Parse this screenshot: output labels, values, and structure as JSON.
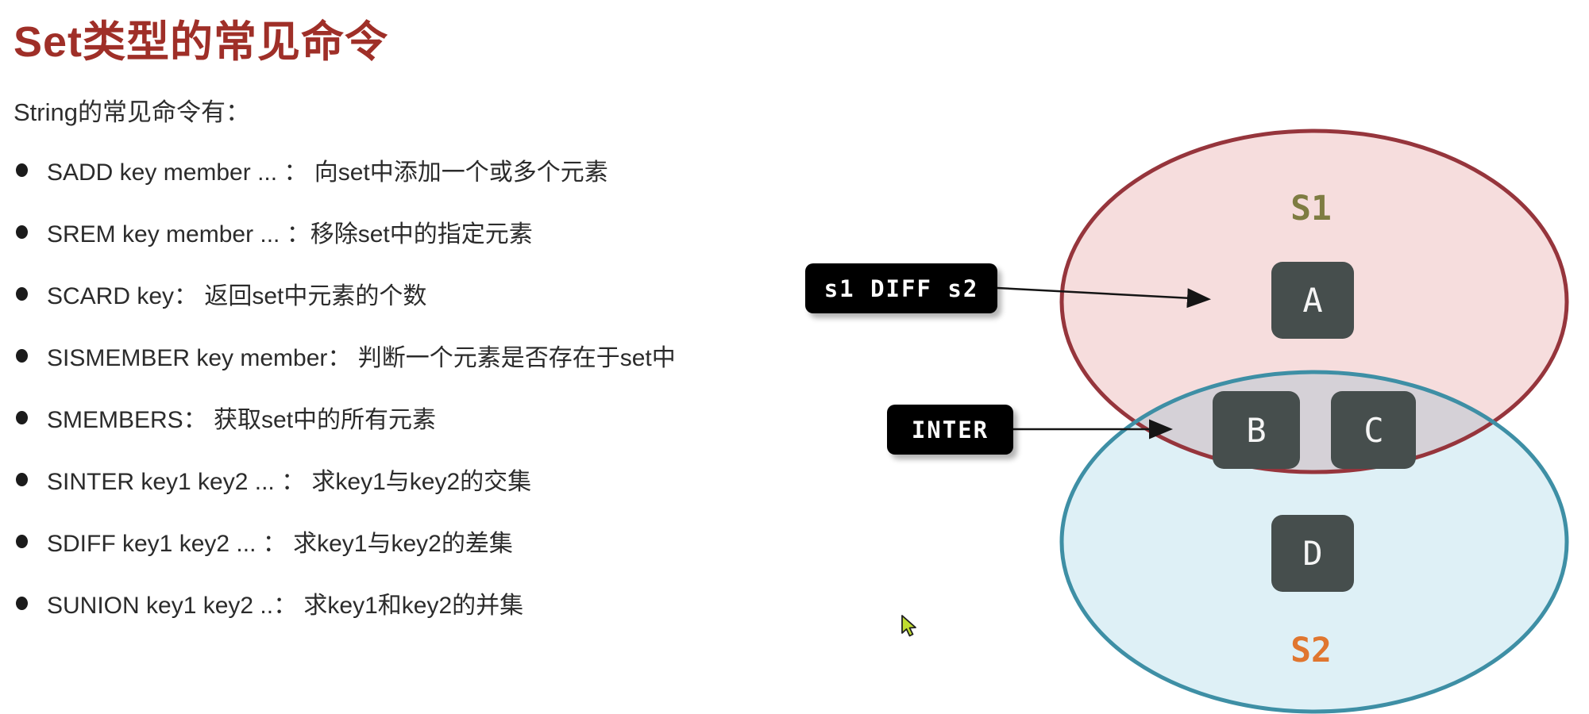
{
  "title": "Set类型的常见命令",
  "subtitle": "String的常见命令有：",
  "commands": [
    "SADD key member ... ： 向set中添加一个或多个元素",
    "SREM key member ... ：移除set中的指定元素",
    "SCARD key： 返回set中元素的个数",
    "SISMEMBER key member： 判断一个元素是否存在于set中",
    "SMEMBERS： 获取set中的所有元素",
    "SINTER key1 key2 ... ： 求key1与key2的交集",
    "SDIFF key1 key2 ... ： 求key1与key2的差集",
    "SUNION key1 key2 ..： 求key1和key2的并集"
  ],
  "diagram": {
    "set1_label": "S1",
    "set2_label": "S2",
    "elements": {
      "a": "A",
      "b": "B",
      "c": "C",
      "d": "D"
    },
    "callouts": {
      "diff": "s1 DIFF s2",
      "inter": "INTER"
    },
    "colors": {
      "title_red": "#9f2f28",
      "set1_fill": "#f6dddd",
      "set1_stroke": "#96353c",
      "set1_label": "#7e7c42",
      "set2_fill": "#def0f6",
      "set2_stroke": "#3e8fa5",
      "set2_label": "#e0762f",
      "intersection_fill": "#d5d1d7",
      "element_box_fill": "#464e4d",
      "callout_bg": "#000000",
      "callout_text": "#ffffff",
      "cursor_fill": "#bfdc30"
    }
  }
}
